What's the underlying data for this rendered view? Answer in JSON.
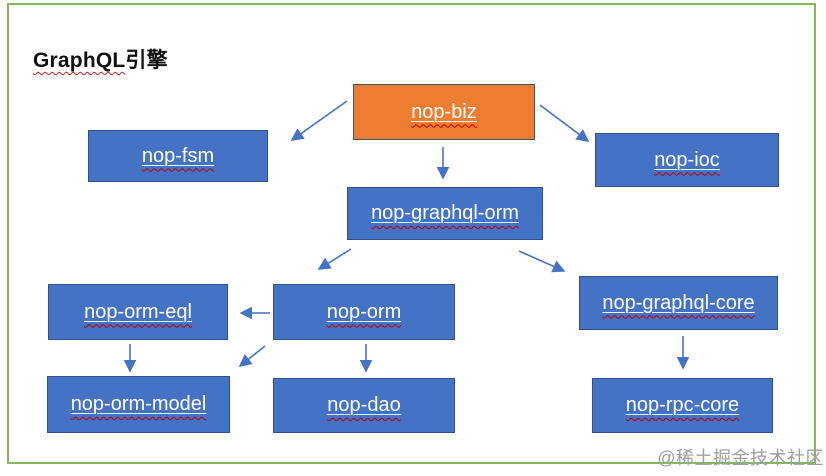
{
  "title": {
    "latin": "GraphQL",
    "cjk": "引擎"
  },
  "diagram": {
    "nodes": [
      {
        "id": "nop-biz",
        "label": "nop-biz",
        "style": "orange"
      },
      {
        "id": "nop-fsm",
        "label": "nop-fsm",
        "style": "blue"
      },
      {
        "id": "nop-ioc",
        "label": "nop-ioc",
        "style": "blue"
      },
      {
        "id": "nop-graphql-orm",
        "label": "nop-graphql-orm",
        "style": "blue"
      },
      {
        "id": "nop-orm-eql",
        "label": "nop-orm-eql",
        "style": "blue"
      },
      {
        "id": "nop-orm",
        "label": "nop-orm",
        "style": "blue"
      },
      {
        "id": "nop-graphql-core",
        "label": "nop-graphql-core",
        "style": "blue"
      },
      {
        "id": "nop-orm-model",
        "label": "nop-orm-model",
        "style": "blue"
      },
      {
        "id": "nop-dao",
        "label": "nop-dao",
        "style": "blue"
      },
      {
        "id": "nop-rpc-core",
        "label": "nop-rpc-core",
        "style": "blue"
      }
    ],
    "edges": [
      {
        "from": "nop-biz",
        "to": "nop-fsm"
      },
      {
        "from": "nop-biz",
        "to": "nop-graphql-orm"
      },
      {
        "from": "nop-biz",
        "to": "nop-ioc"
      },
      {
        "from": "nop-graphql-orm",
        "to": "nop-orm"
      },
      {
        "from": "nop-graphql-orm",
        "to": "nop-graphql-core"
      },
      {
        "from": "nop-orm",
        "to": "nop-orm-eql"
      },
      {
        "from": "nop-orm-eql",
        "to": "nop-orm-model"
      },
      {
        "from": "nop-orm",
        "to": "nop-orm-model"
      },
      {
        "from": "nop-orm",
        "to": "nop-dao"
      },
      {
        "from": "nop-graphql-core",
        "to": "nop-rpc-core"
      }
    ]
  },
  "watermark": "@稀土掘金技术社区",
  "colors": {
    "node_blue": "#4472C4",
    "node_blue_border": "#2F528F",
    "node_orange": "#ED7D31",
    "node_orange_border": "#44546A",
    "arrow": "#4472C4",
    "frame_green": "#86B75C",
    "spellcheck_red": "#C00000",
    "watermark_gray": "#9E9E9E",
    "title_black": "#111111"
  }
}
